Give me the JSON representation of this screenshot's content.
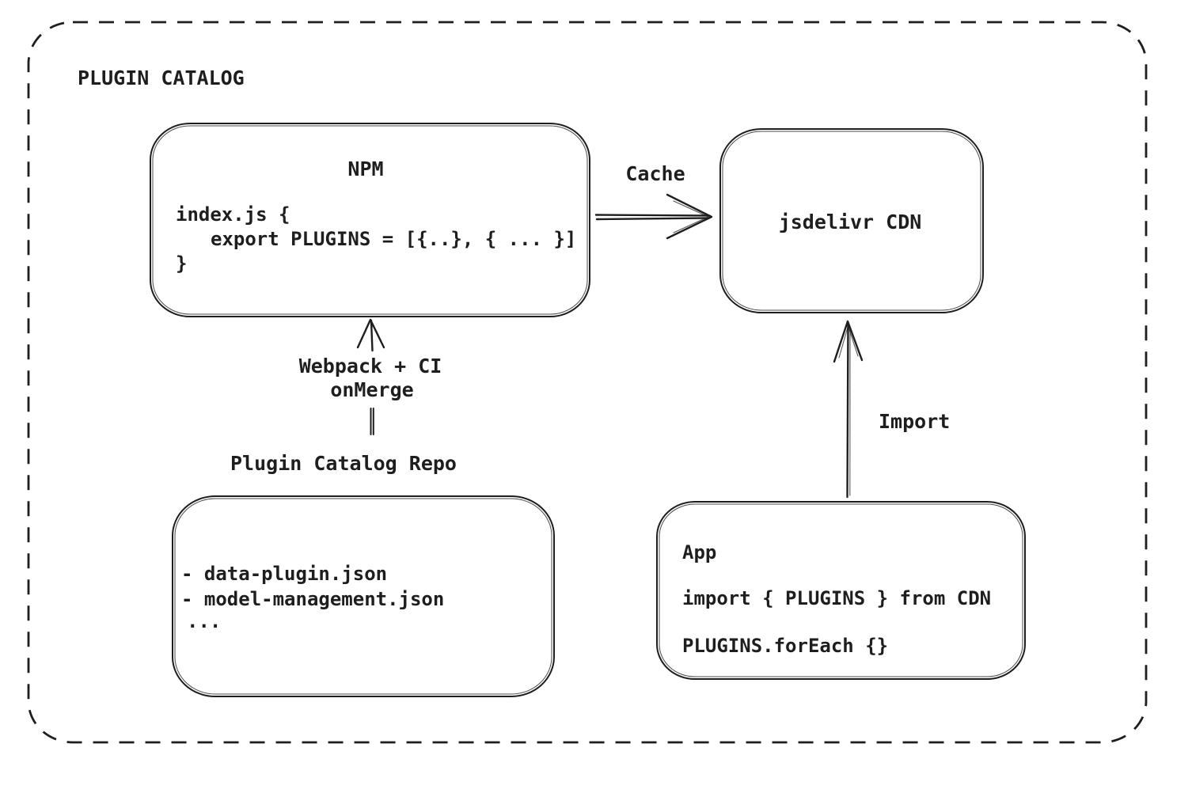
{
  "diagram": {
    "title": "PLUGIN CATALOG",
    "nodes": {
      "npm": {
        "title": "NPM",
        "code": [
          "index.js {",
          "export PLUGINS = [{..}, { ... }]",
          "}"
        ]
      },
      "cdn": {
        "label": "jsdelivr CDN"
      },
      "repo": {
        "title": "Plugin Catalog Repo",
        "files": [
          "- data-plugin.json",
          "- model-management.json",
          "..."
        ]
      },
      "app": {
        "title": "App",
        "code": [
          "import { PLUGINS } from CDN",
          "PLUGINS.forEach {}"
        ]
      }
    },
    "edges": {
      "cache": {
        "label": "Cache"
      },
      "build": {
        "label_line1": "Webpack + CI",
        "label_line2": "onMerge"
      },
      "import": {
        "label": "Import"
      }
    },
    "colors": {
      "stroke": "#1e1e1e",
      "background": "#ffffff"
    }
  }
}
